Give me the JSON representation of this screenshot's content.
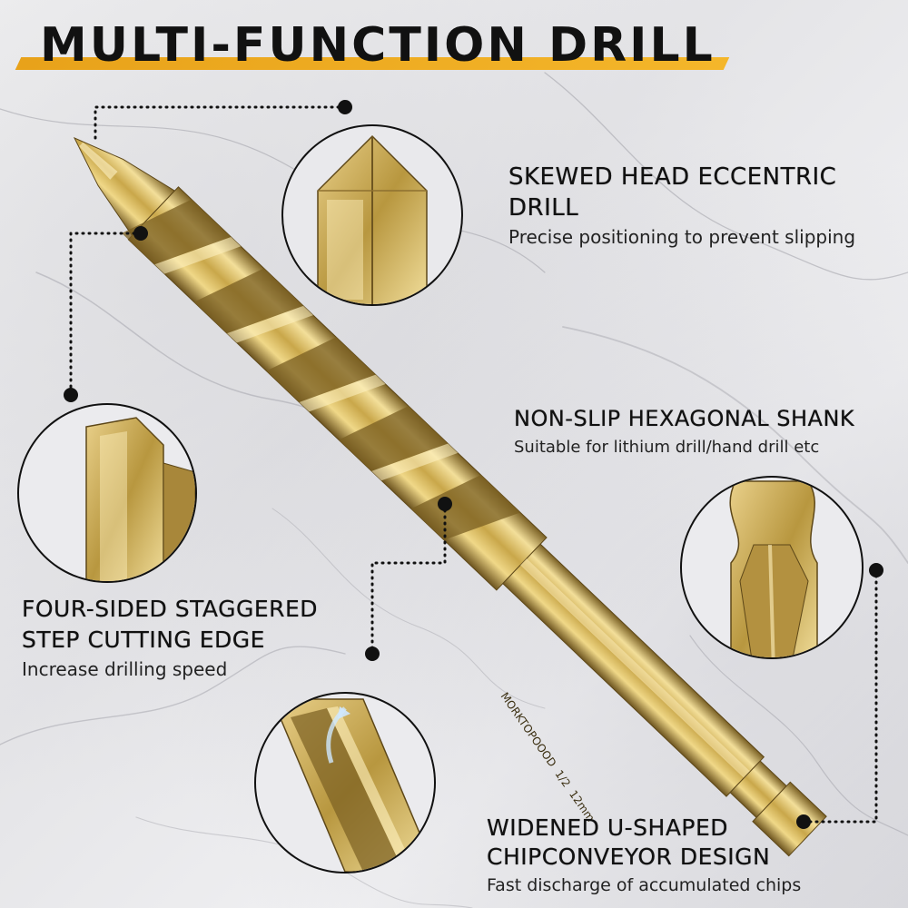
{
  "title": "MULTI-FUNCTION DRILL",
  "colors": {
    "accent": "#f2b324",
    "gold_light": "#f3df9a",
    "gold_mid": "#c9a74a",
    "gold_dark": "#7a6024",
    "text": "#111111"
  },
  "features": {
    "skewed_head": {
      "title_line1": "SKEWED HEAD ECCENTRIC",
      "title_line2": "DRILL",
      "desc": "Precise positioning to prevent slipping"
    },
    "hex_shank": {
      "title": "NON-SLIP HEXAGONAL SHANK",
      "desc": "Suitable for lithium drill/hand drill etc"
    },
    "staggered_edge": {
      "title_line1": "FOUR-SIDED STAGGERED",
      "title_line2": "STEP CUTTING EDGE",
      "desc": "Increase drilling speed"
    },
    "u_shaped": {
      "title_line1": "WIDENED U-SHAPED",
      "title_line2": "CHIPCONVEYOR DESIGN",
      "desc": "Fast discharge of accumulated chips"
    }
  },
  "engraving": {
    "brand": "MORKTOPOOOD",
    "size_inch": "1/2",
    "size_mm": "12mm"
  }
}
